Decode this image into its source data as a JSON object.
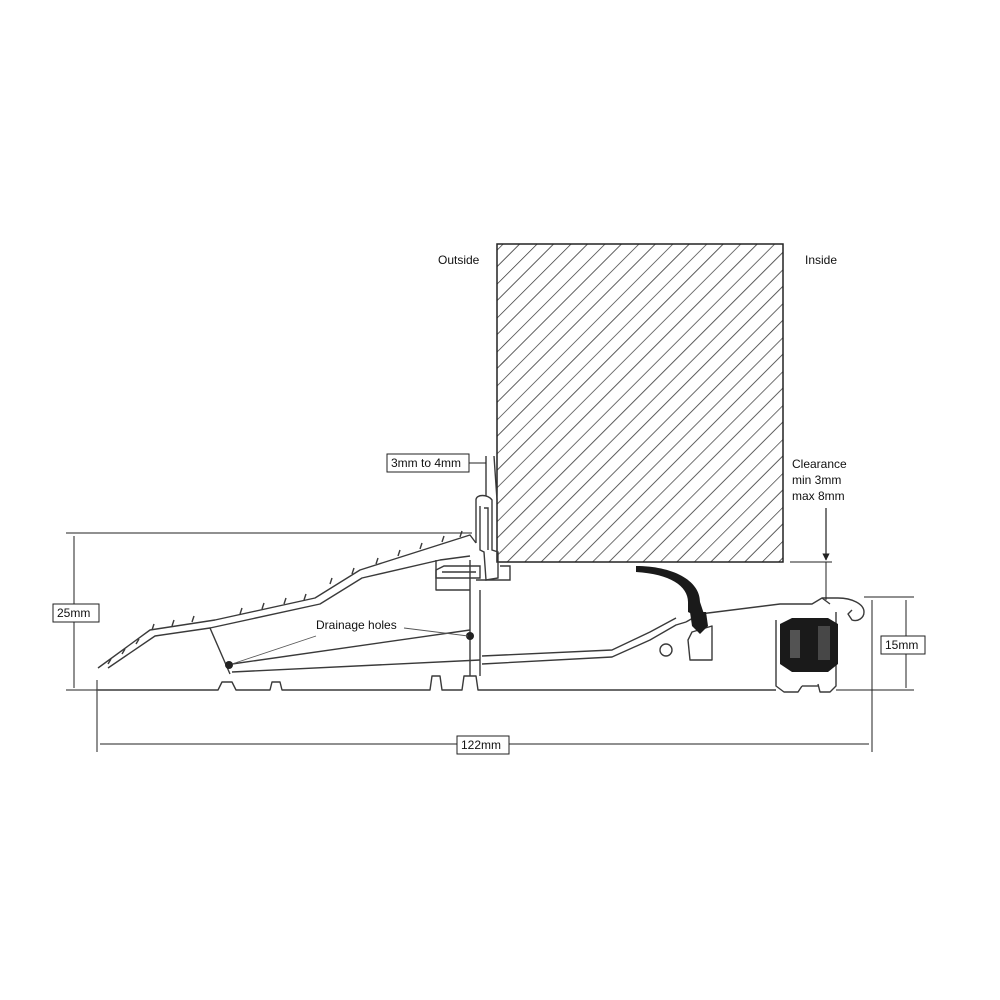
{
  "labels": {
    "outside": "Outside",
    "inside": "Inside",
    "gap": "3mm to 4mm",
    "clearance": [
      "Clearance",
      "min 3mm",
      "max 8mm"
    ],
    "drainage": "Drainage holes"
  },
  "dimensions": {
    "height_total": "25mm",
    "height_inner": "15mm",
    "width_total": "122mm"
  },
  "colors": {
    "line": "#3a3a3a",
    "seal": "#1a1a1a"
  }
}
